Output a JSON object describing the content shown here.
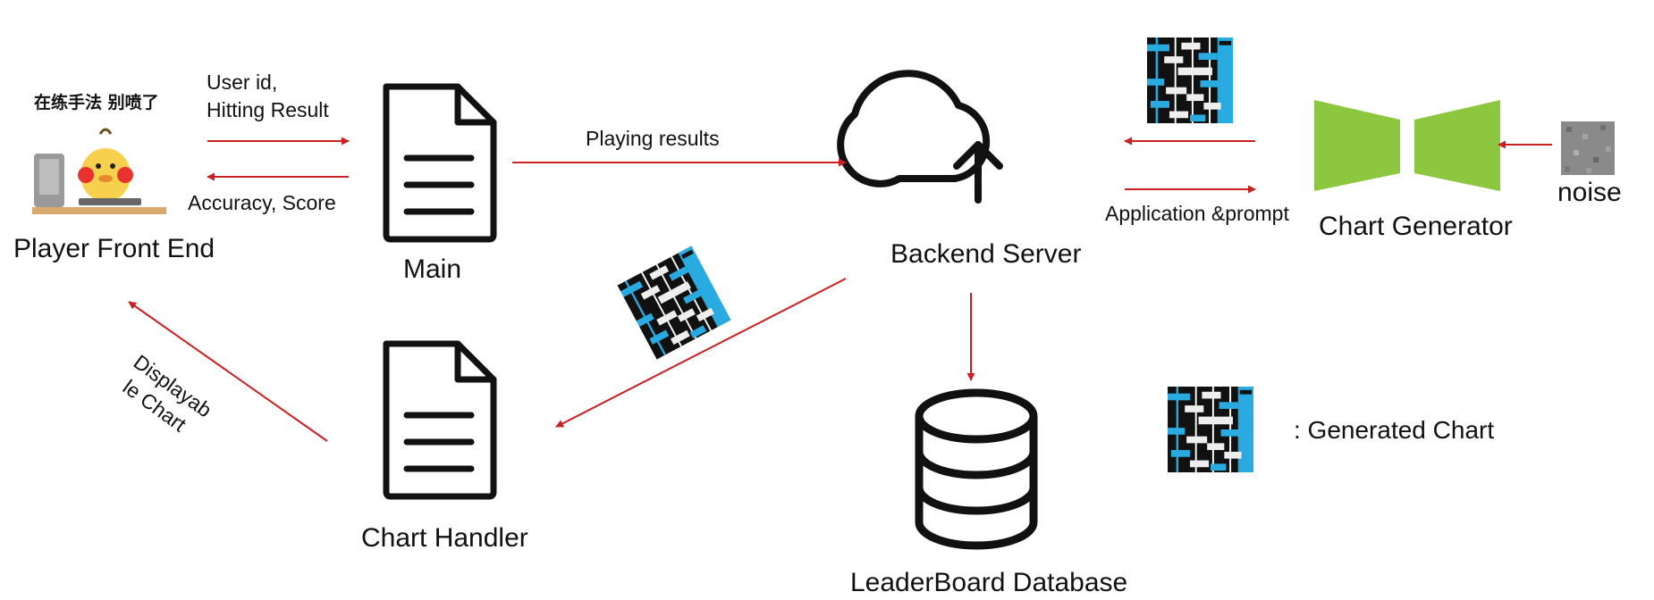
{
  "nodes": {
    "player_front_end": "Player Front End",
    "main": "Main",
    "backend_server": "Backend Server",
    "chart_generator": "Chart Generator",
    "noise": "noise",
    "chart_handler": "Chart Handler",
    "leaderboard_db": "LeaderBoard Database"
  },
  "edges": {
    "user_id": "User id,",
    "hitting_result": "Hitting Result",
    "accuracy_score": "Accuracy, Score",
    "playing_results": "Playing results",
    "application_prompt": "Application &prompt",
    "displayable_1": "Displayab",
    "displayable_2": "le Chart"
  },
  "meme_caption": "在练手法 别喷了",
  "legend": {
    "generated_chart": ": Generated Chart"
  },
  "colors": {
    "arrow": "#cc1f1f",
    "generator_green": "#8dc63f",
    "chart_blue": "#29abe2",
    "chart_dark": "#111111",
    "noise_gray": "#8a8a8a"
  },
  "icons": {
    "main": "document-icon",
    "chart_handler": "document-icon",
    "backend": "cloud-upload-icon",
    "database": "database-icon",
    "generator": "hourglass-network-icon"
  }
}
